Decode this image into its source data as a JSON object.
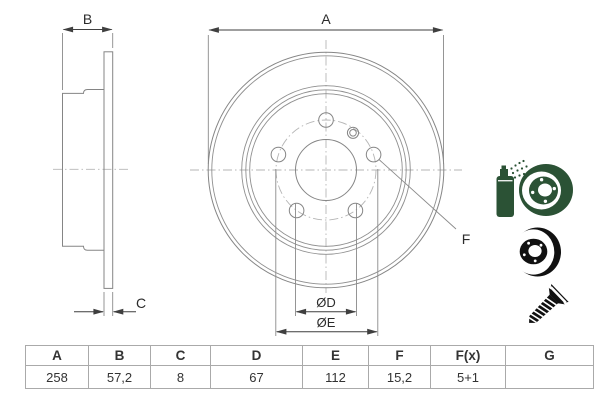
{
  "drawing": {
    "labels": {
      "a": "A",
      "b": "B",
      "c": "C",
      "d": "ØD",
      "e": "ØE",
      "f": "F"
    },
    "views": [
      "side-section-view",
      "front-view"
    ]
  },
  "icons": [
    {
      "name": "spray-coated-disc-icon",
      "color": "#2b5235"
    },
    {
      "name": "brake-disc-icon",
      "color": "#111111"
    },
    {
      "name": "countersunk-screw-icon",
      "color": "#111111"
    }
  ],
  "table": {
    "headers": [
      "A",
      "B",
      "C",
      "D",
      "E",
      "F",
      "F(x)",
      "G"
    ],
    "values": [
      "258",
      "57,2",
      "8",
      "67",
      "112",
      "15,2",
      "5+1",
      ""
    ]
  },
  "colors": {
    "background": "#ffffff",
    "drawing_line": "#858585",
    "dimension_line": "#3f3f3f",
    "centerline": "#b5b5b5",
    "table_border": "#aaaaaa",
    "text": "#2b2b2b",
    "icon_green": "#2b5235",
    "icon_black": "#111111"
  }
}
